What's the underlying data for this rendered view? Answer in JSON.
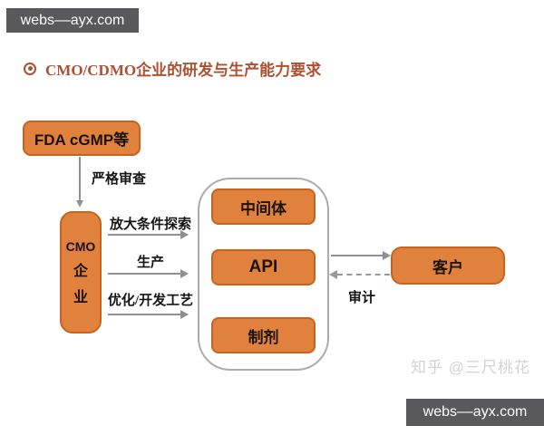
{
  "banners": {
    "top": "webs––ayx.com",
    "bottom": "webs––ayx.com"
  },
  "credit": "知乎 @三尺桃花",
  "title": {
    "text": "CMO/CDMO企业的研发与生产能力要求"
  },
  "icons": {
    "title_bullet": "bullseye-icon"
  },
  "diagram": {
    "nodes": {
      "fda": "FDA cGMP等",
      "cmo_lines": [
        "CMO",
        "企",
        "业"
      ],
      "intermediate": "中间体",
      "api": "API",
      "formulation": "制剂",
      "customer": "客户"
    },
    "edges": {
      "strict_review": "严格审查",
      "scale_up": "放大条件探索",
      "production": "生产",
      "process_dev": "优化/开发工艺",
      "audit": "审计"
    }
  },
  "colors": {
    "node_fill": "#e0813e",
    "node_border": "#c8631f",
    "banner_bg": "#59595b",
    "title_accent": "#ad5132",
    "arrow_gray": "#909090",
    "frame_border": "#acacac",
    "watermark_gray": "#d2d2d2"
  }
}
